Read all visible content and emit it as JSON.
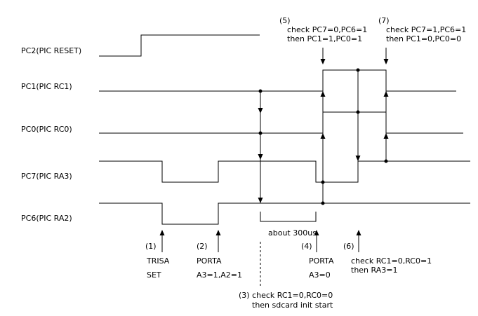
{
  "signals": [
    {
      "key": "pc2",
      "label": "PC2(PIC RESET)"
    },
    {
      "key": "pc1",
      "label": "PC1(PIC RC1)"
    },
    {
      "key": "pc0",
      "label": "PC0(PIC RC0)"
    },
    {
      "key": "pc7",
      "label": "PC7(PIC RA3)"
    },
    {
      "key": "pc6",
      "label": "PC6(PIC RA2)"
    }
  ],
  "annotations": {
    "step1": {
      "num": "(1)",
      "line1": "TRISA",
      "line2": "SET"
    },
    "step2": {
      "num": "(2)",
      "line1": "PORTA",
      "line2": "A3=1,A2=1"
    },
    "step3": {
      "line1": "(3)  check RC1=0,RC0=0",
      "line2": "then sdcard init start"
    },
    "step4": {
      "num": "(4)",
      "line1": "PORTA",
      "line2": "A3=0"
    },
    "step5": {
      "line1": "(5)",
      "line2": "check PC7=0,PC6=1",
      "line3": "then PC1=1,PC0=1"
    },
    "step6": {
      "num": "(6)",
      "line1": "check RC1=0,RC0=1",
      "line2": "then RA3=1"
    },
    "step7": {
      "line1": "(7)",
      "line2": "check PC7=1,PC6=1",
      "line3": "then PC1=0,PC0=0"
    },
    "duration": "about 300us"
  }
}
